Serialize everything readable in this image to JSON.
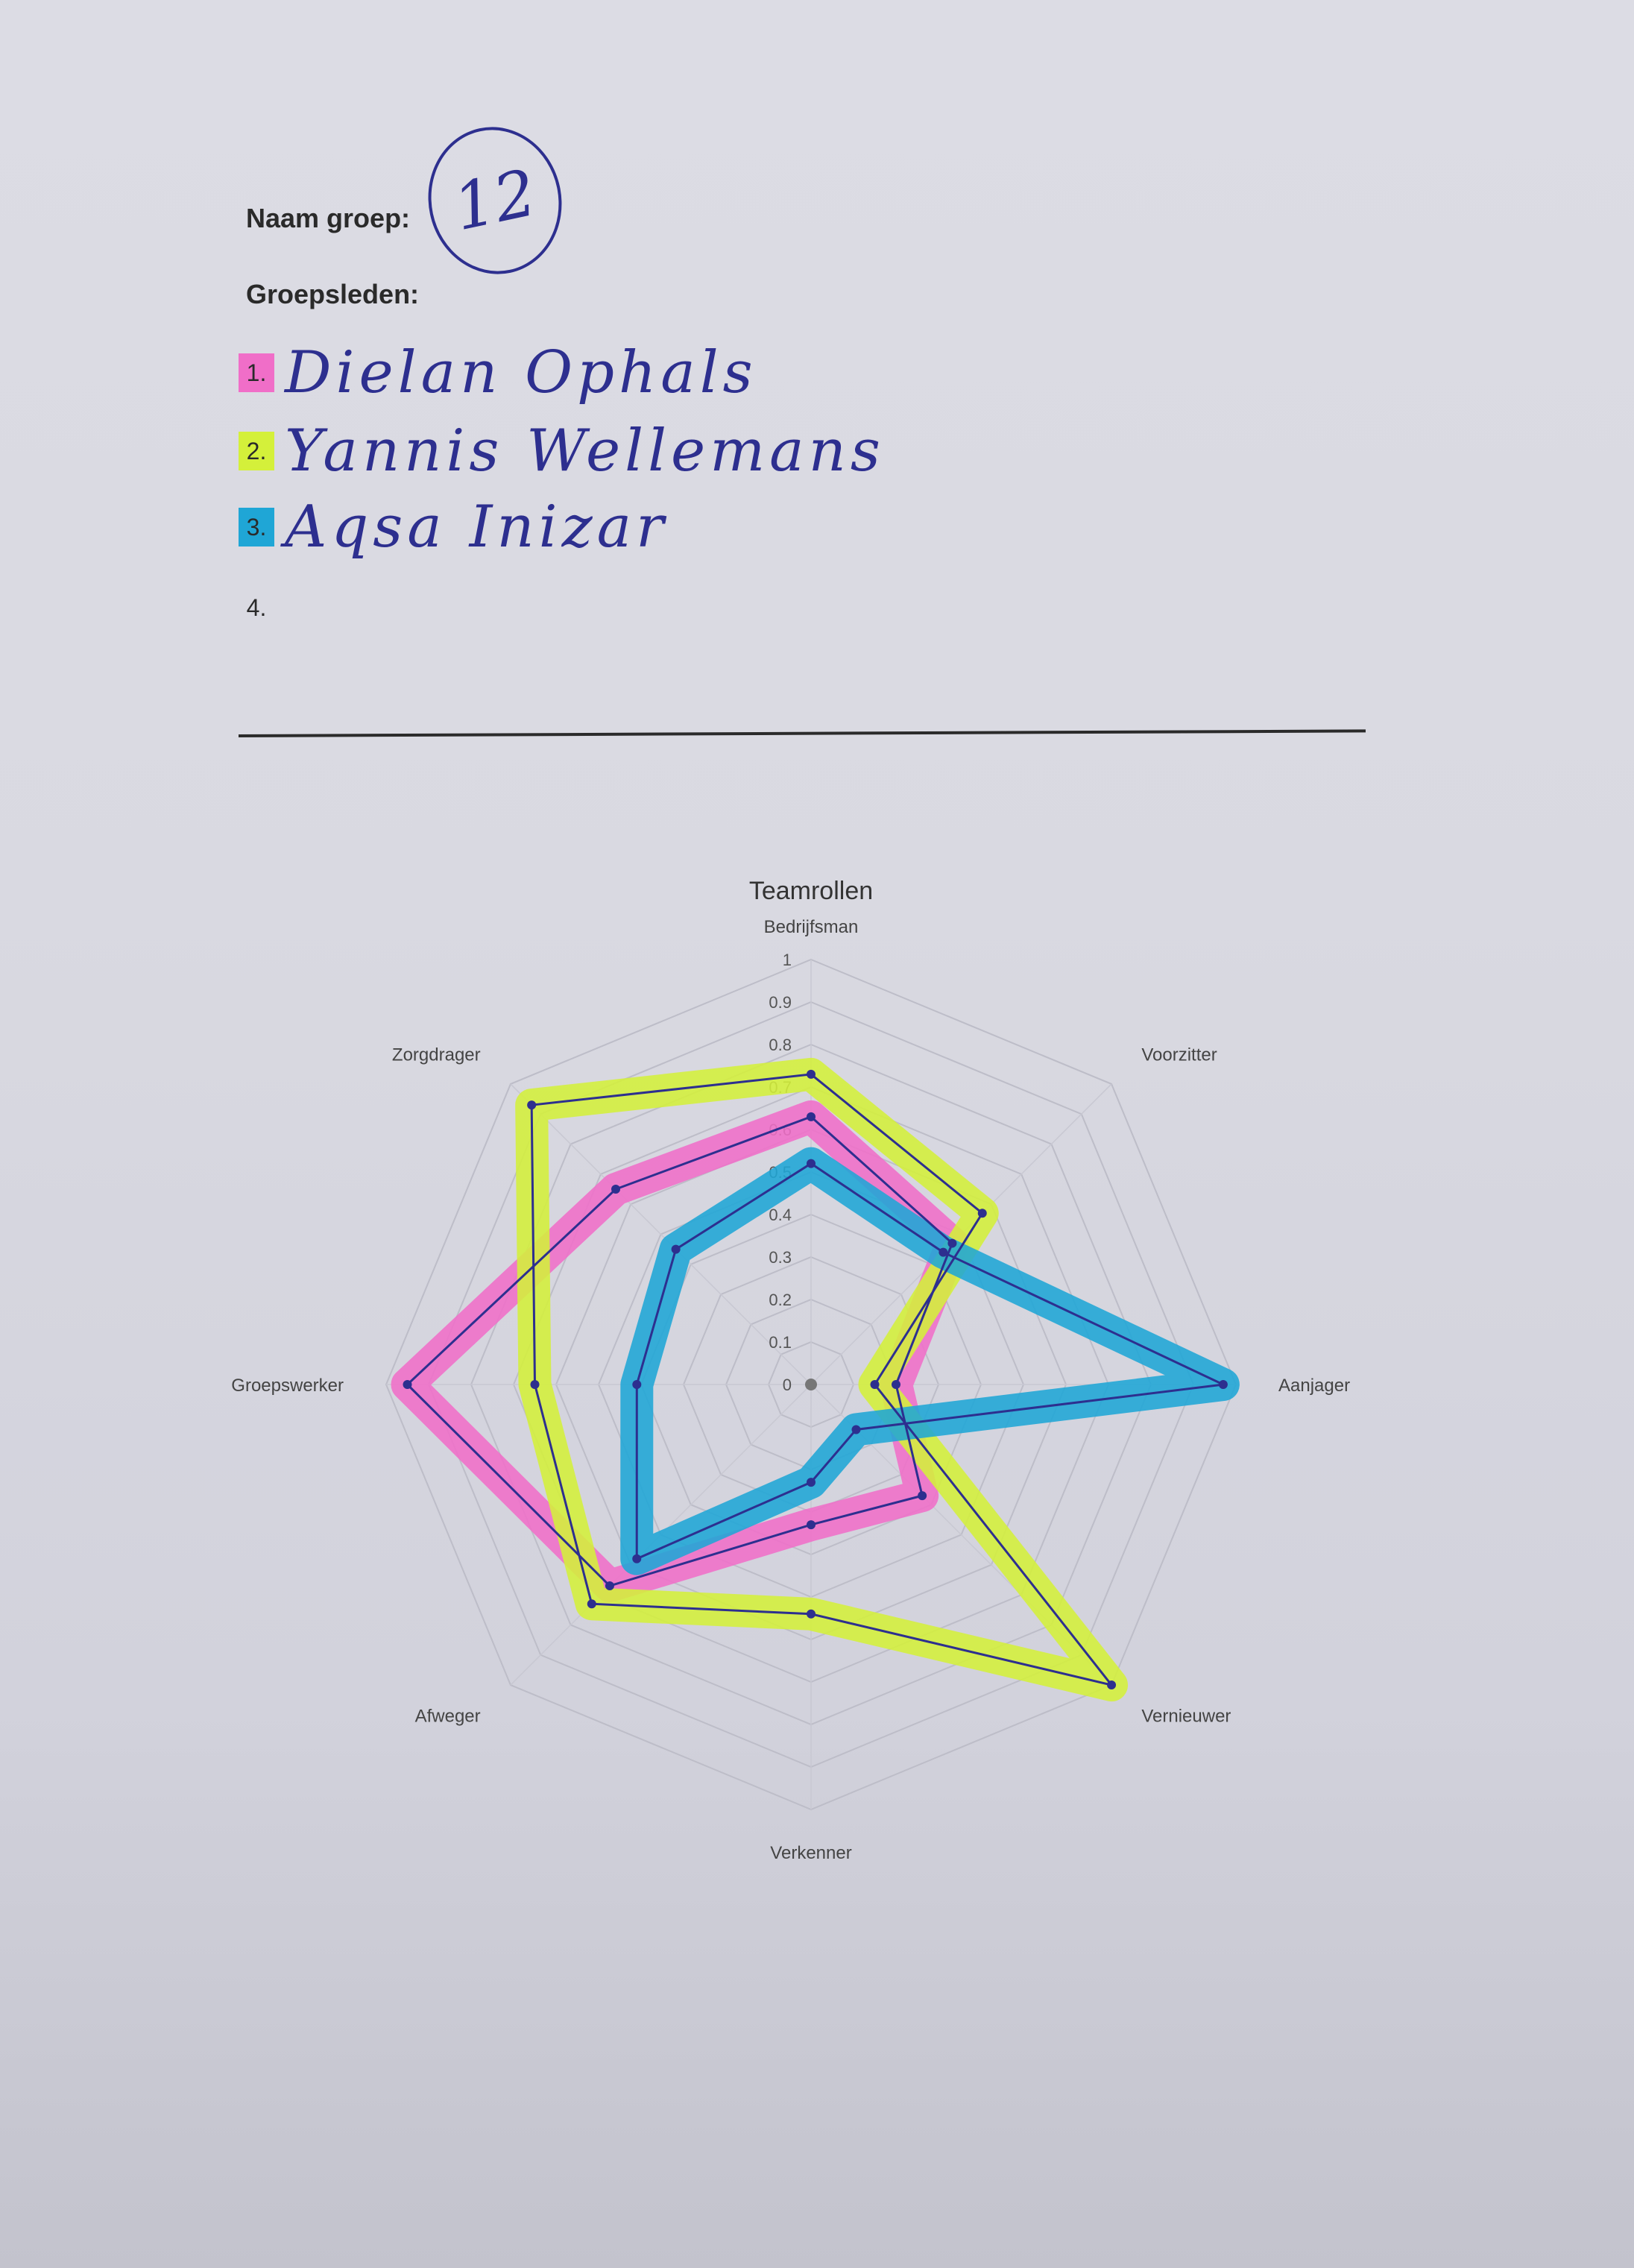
{
  "form": {
    "group_label": "Naam groep:",
    "group_number": "12",
    "members_label": "Groepsleden:",
    "members": [
      {
        "number": "1.",
        "name": "Dielan Ophals",
        "highlight": "#f06ec8"
      },
      {
        "number": "2.",
        "name": "Yannis Wellemans",
        "highlight": "#d4f03a"
      },
      {
        "number": "3.",
        "name": "Aqsa Inizar",
        "highlight": "#1fa6d6"
      },
      {
        "number": "4.",
        "name": "",
        "highlight": ""
      }
    ]
  },
  "chart_data": {
    "type": "radar",
    "title": "Teamrollen",
    "axes": [
      "Bedrijfsman",
      "Voorzitter",
      "Aanjager",
      "Vernieuwer",
      "Verkenner",
      "Afweger",
      "Groepswerker",
      "Zorgdrager"
    ],
    "ticks": [
      "0",
      "0.1",
      "0.2",
      "0.3",
      "0.4",
      "0.5",
      "0.6",
      "0.7",
      "0.8",
      "0.9",
      "1"
    ],
    "range": [
      0,
      1
    ],
    "series": [
      {
        "values": [
          0.63,
          0.47,
          0.2,
          0.37,
          0.33,
          0.67,
          0.95,
          0.65
        ],
        "color": "#f06ec8"
      },
      {
        "values": [
          0.73,
          0.57,
          0.15,
          1.0,
          0.54,
          0.73,
          0.65,
          0.93
        ],
        "color": "#d4f03a"
      },
      {
        "values": [
          0.52,
          0.44,
          0.97,
          0.15,
          0.23,
          0.58,
          0.41,
          0.45
        ],
        "color": "#1fa6d6"
      }
    ],
    "grid": true,
    "legend": "none"
  }
}
